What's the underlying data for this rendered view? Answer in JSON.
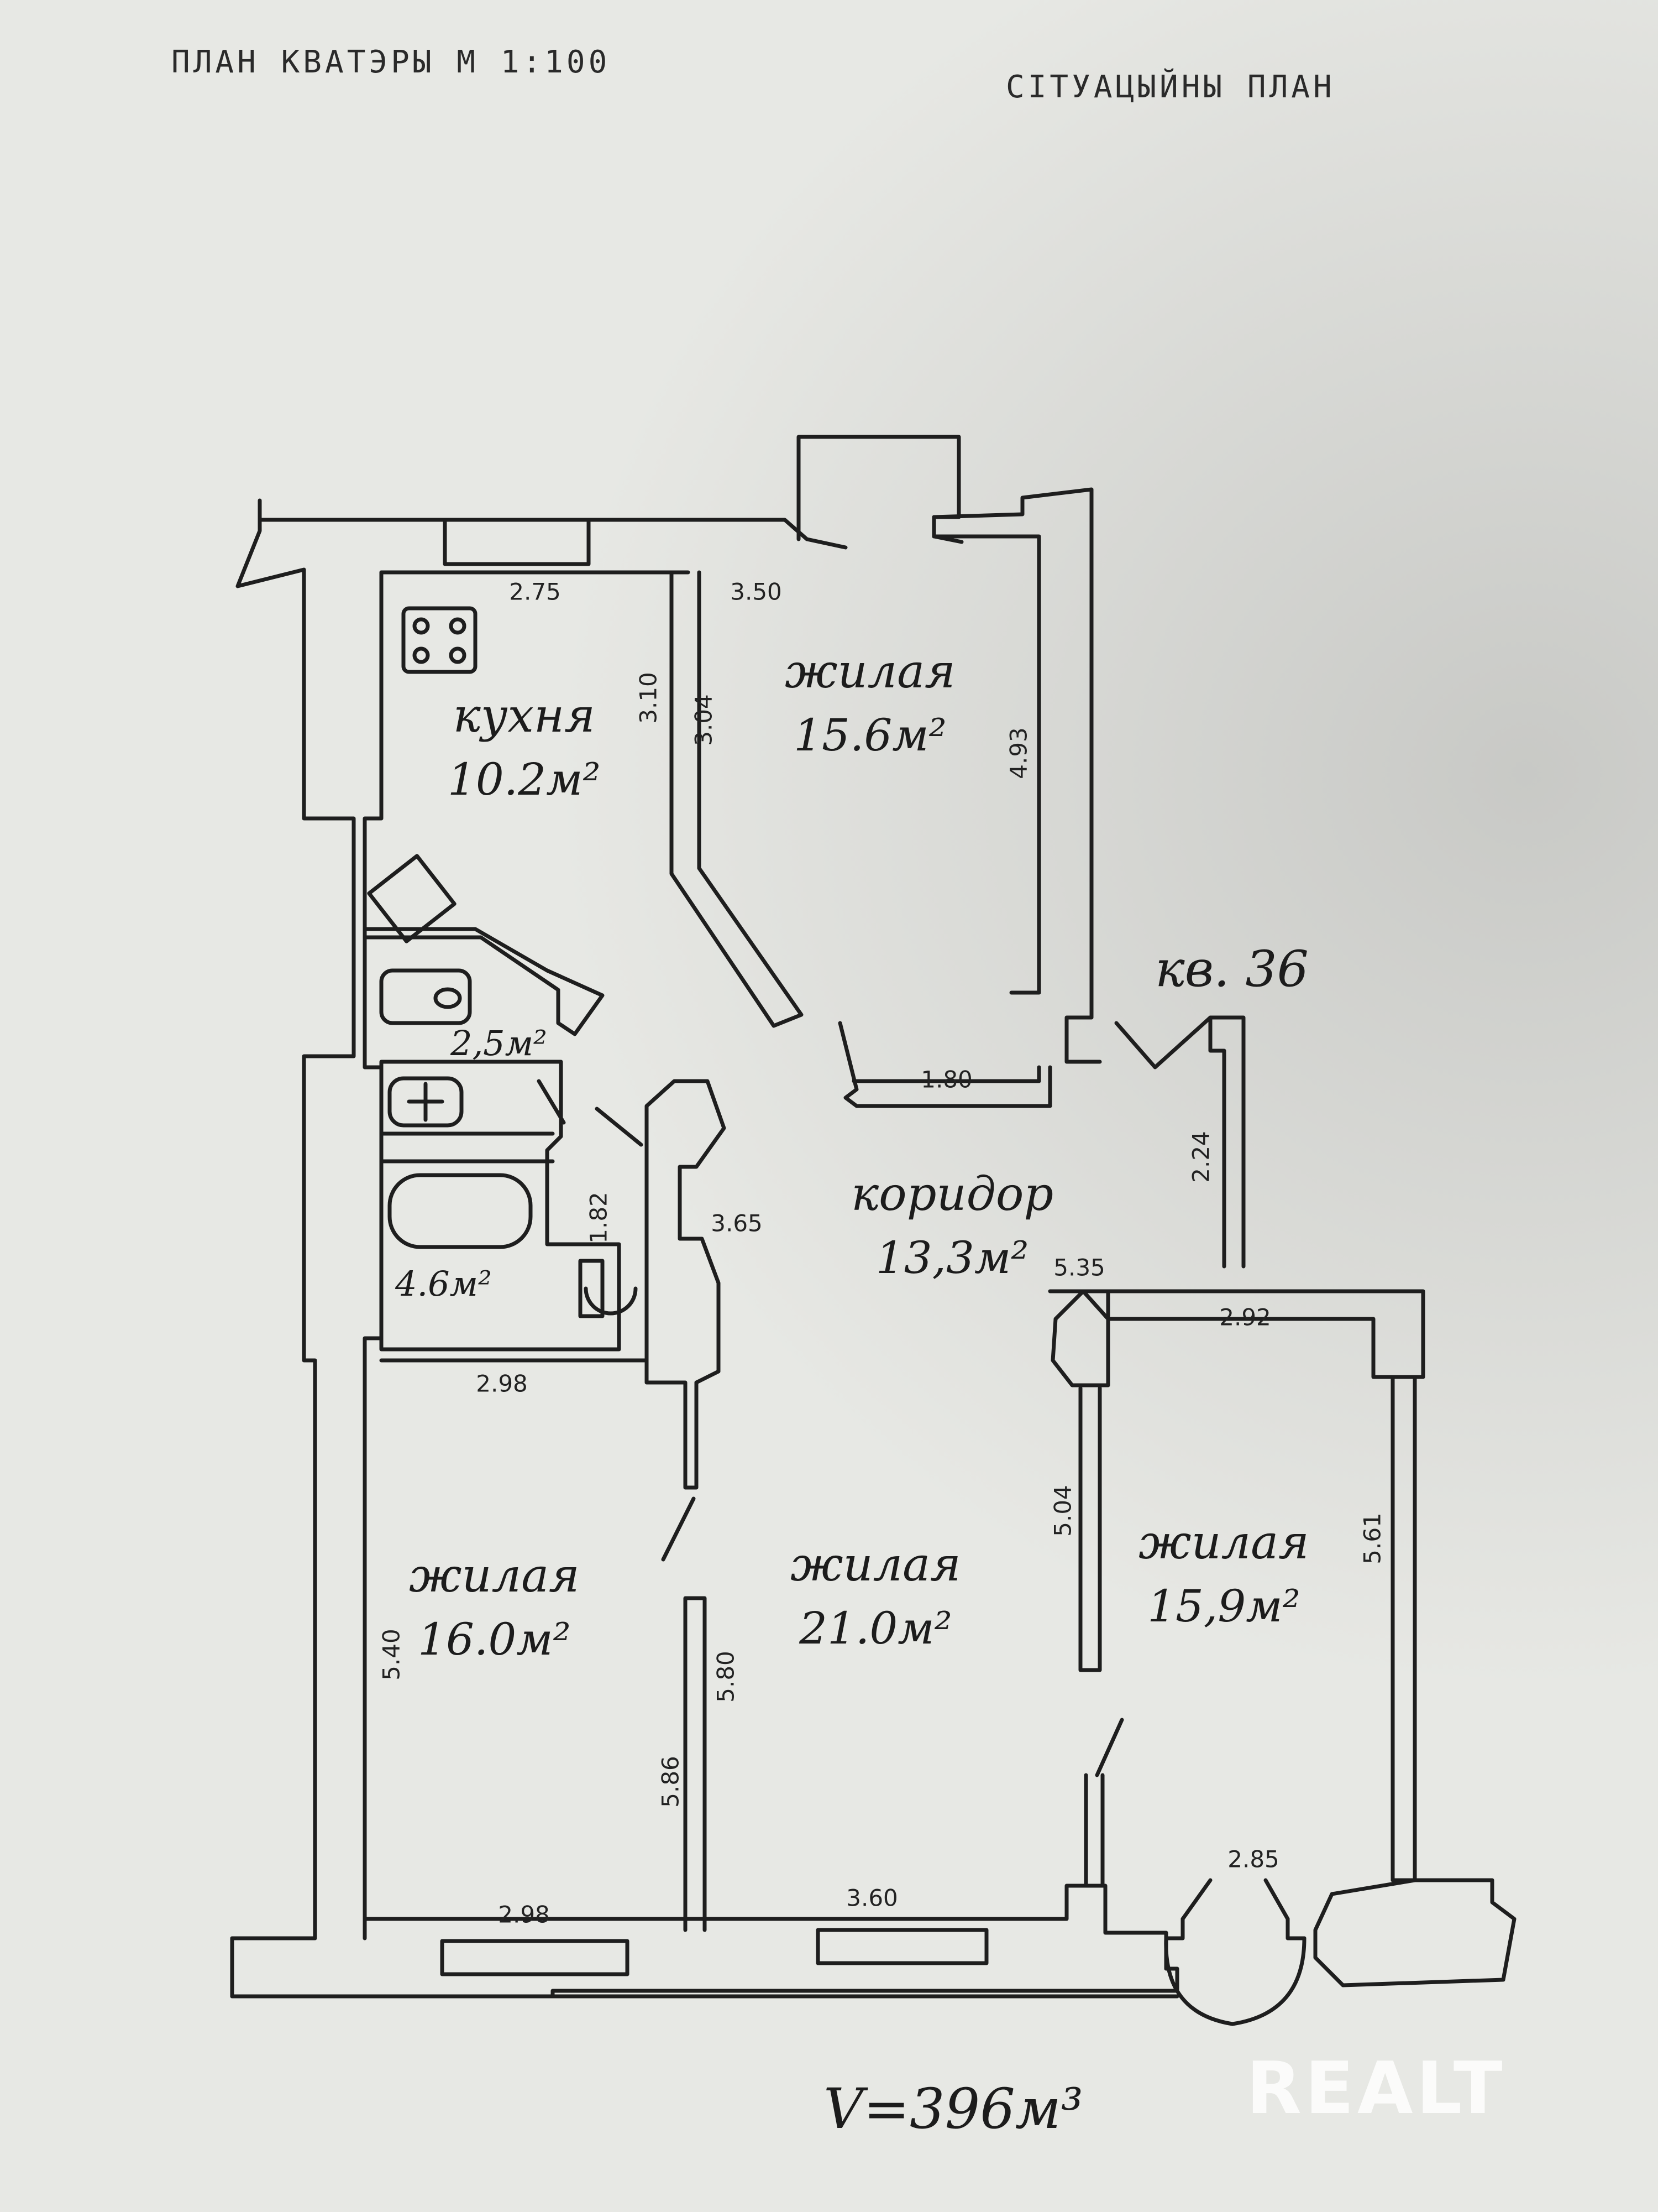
{
  "header": {
    "plan_title": "ПЛАН КВАТЭРЫ М 1:100",
    "situation_title": "СІТУАЦЫЙНЫ ПЛАН"
  },
  "rooms": {
    "kitchen": {
      "name": "кухня",
      "area": "10.2м²"
    },
    "living_top": {
      "name": "жилая",
      "area": "15.6м²"
    },
    "bath_upper": {
      "area": "2,5м²"
    },
    "bath_lower": {
      "area": "4.6м²"
    },
    "corridor": {
      "name": "коридор",
      "area": "13,3м²"
    },
    "living_left": {
      "name": "жилая",
      "area": "16.0м²"
    },
    "living_middle": {
      "name": "жилая",
      "area": "21.0м²"
    },
    "living_right": {
      "name": "жилая",
      "area": "15,9м²"
    }
  },
  "apartment_label": "кв. 36",
  "volume": "V=396м³",
  "watermark": "REALT",
  "dimensions": {
    "d275": "2.75",
    "d350": "3.50",
    "d310": "3.10",
    "d304": "3.04",
    "d493": "4.93",
    "d180": "1.80",
    "d224": "2.24",
    "d365": "3.65",
    "d182": "1.82",
    "d535": "5.35",
    "d292": "2.92",
    "d298a": "2.98",
    "d504": "5.04",
    "d561": "5.61",
    "d540": "5.40",
    "d580": "5.80",
    "d586": "5.86",
    "d298b": "2.98",
    "d360": "3.60",
    "d285": "2.85"
  }
}
